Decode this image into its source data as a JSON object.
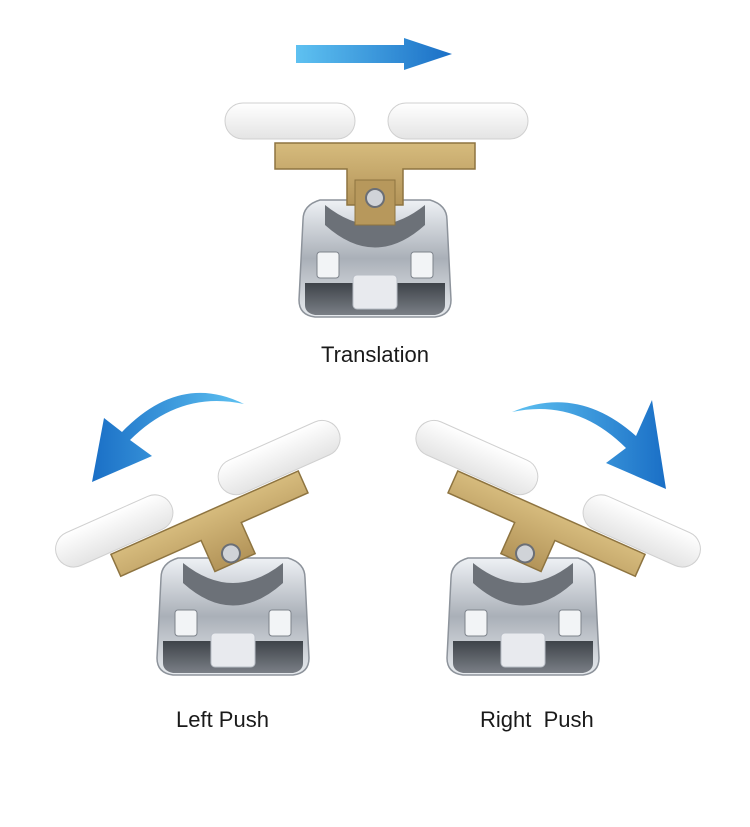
{
  "captions": {
    "translation": "Translation",
    "left_push": "Left Push",
    "right_push": "Right  Push"
  },
  "colors": {
    "arrow_blue": "#1e7fd1",
    "arrow_light": "#4fb6ee",
    "brass": "#c8a866",
    "wheel": "#f4f4f4",
    "chrome": "#c9ced6",
    "dark_chrome": "#55595f"
  },
  "icons": [
    "arrow-right-icon",
    "arrow-curve-left-icon",
    "arrow-curve-right-icon"
  ]
}
